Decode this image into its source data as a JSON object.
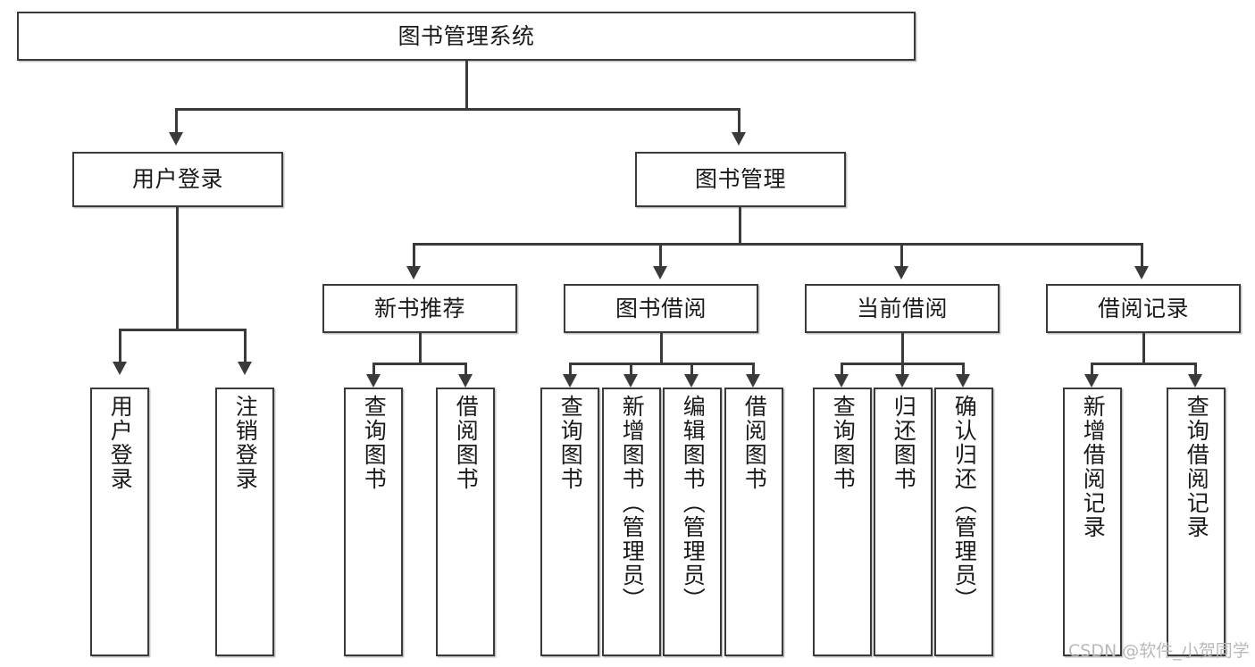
{
  "diagram": {
    "title_node": {
      "label": "图书管理系统"
    },
    "level2": [
      {
        "label": "用户登录"
      },
      {
        "label": "图书管理"
      }
    ],
    "level3": [
      {
        "label": "新书推荐"
      },
      {
        "label": "图书借阅"
      },
      {
        "label": "当前借阅"
      },
      {
        "label": "借阅记录"
      }
    ],
    "leaves": {
      "user_login": [
        {
          "label": "用户登录"
        },
        {
          "label": "注销登录"
        }
      ],
      "new_book_recommend": [
        {
          "label": "查询图书"
        },
        {
          "label": "借阅图书"
        }
      ],
      "book_borrow": [
        {
          "label": "查询图书"
        },
        {
          "label": "新增图书（管理员）"
        },
        {
          "label": "编辑图书（管理员）"
        },
        {
          "label": "借阅图书"
        }
      ],
      "current_borrow": [
        {
          "label": "查询图书"
        },
        {
          "label": "归还图书"
        },
        {
          "label": "确认归还（管理员）"
        }
      ],
      "borrow_record": [
        {
          "label": "新增借阅记录"
        },
        {
          "label": "查询借阅记录"
        }
      ]
    }
  },
  "watermark": {
    "text": "CSDN @软件_小贺同学"
  },
  "colors": {
    "border": "#3a3a3a",
    "text": "#1a1a1a",
    "background": "#ffffff",
    "watermark": "#b9b9b9"
  }
}
